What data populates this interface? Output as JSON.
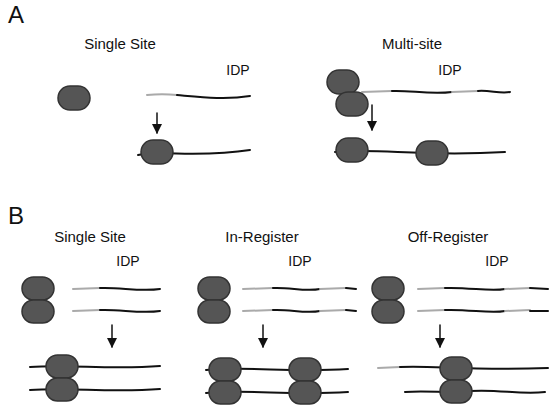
{
  "diagram": {
    "labels": [
      "A",
      "Single Site",
      "Multi-site",
      "IDP",
      "IDP",
      "B",
      "Single Site",
      "In-Register",
      "Off-Register",
      "IDP",
      "IDP",
      "IDP"
    ]
  }
}
